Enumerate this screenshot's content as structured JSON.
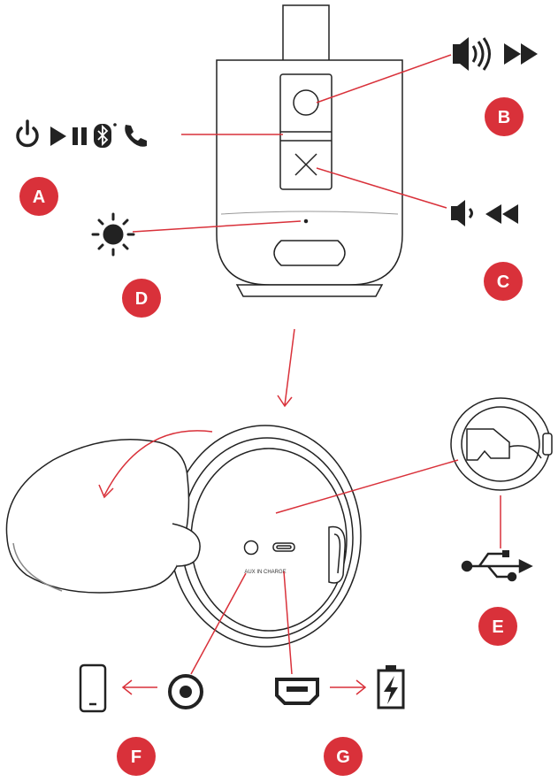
{
  "colors": {
    "accent": "#d9313a",
    "line": "#222222",
    "leader": "#d9313a"
  },
  "badges": {
    "a": "A",
    "b": "B",
    "c": "C",
    "d": "D",
    "e": "E",
    "f": "F",
    "g": "G"
  },
  "port_label": "AUX IN  CHARGE",
  "icons": {
    "button_function": [
      "power-icon",
      "play-icon",
      "pause-icon",
      "bluetooth-icon",
      "phone-icon"
    ],
    "volume_up": [
      "speaker-loud-icon",
      "fast-forward-icon"
    ],
    "volume_down": [
      "speaker-quiet-icon",
      "rewind-icon"
    ],
    "led": "sun-icon",
    "usb": "usb-icon",
    "aux": [
      "smartphone-icon",
      "arrow-left-icon",
      "aux-jack-icon"
    ],
    "charge": [
      "micro-usb-port-icon",
      "arrow-right-icon",
      "battery-charging-icon"
    ]
  }
}
